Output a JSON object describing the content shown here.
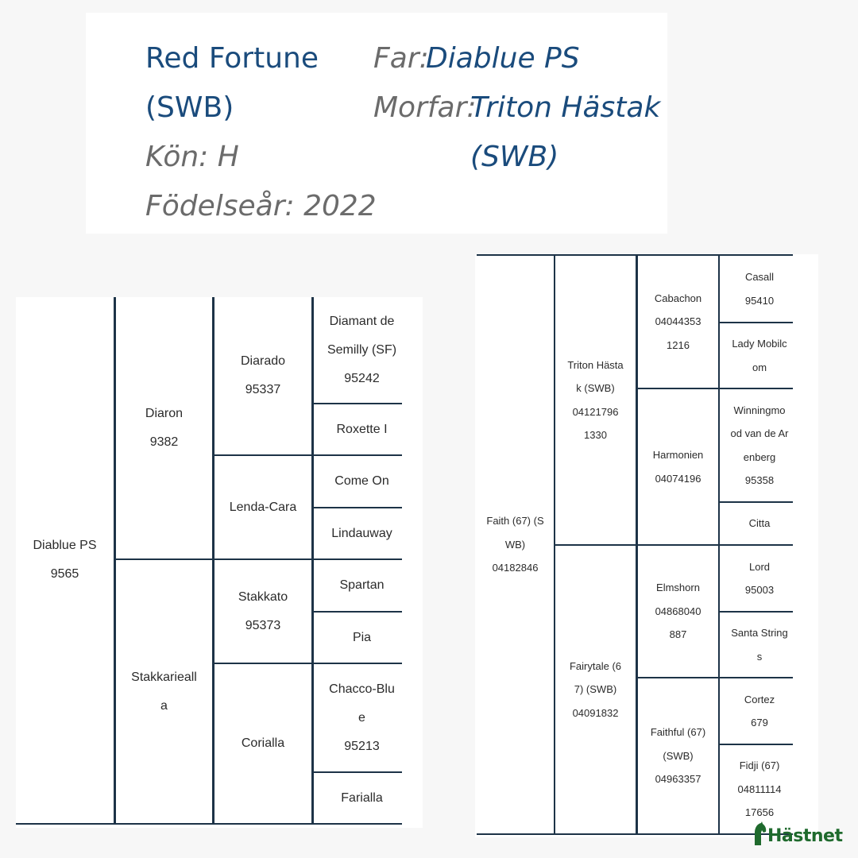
{
  "header": {
    "horse_name_line1": "Red Fortune",
    "horse_name_line2": "(SWB)",
    "sex_label": "Kön:",
    "sex_value": "H",
    "birth_year_label": "Födelseår:",
    "birth_year_value": "2022",
    "sire_label": "Far:",
    "sire_value": "Diablue PS",
    "damsire_label": "Morfar:",
    "damsire_line1": "Triton Hästak",
    "damsire_line2": "(SWB)"
  },
  "sire_pedigree": {
    "sire": [
      "Diablue PS",
      "9565"
    ],
    "gen2": {
      "sire": [
        "Diaron",
        "9382"
      ],
      "dam": [
        "Stakkarieall",
        "a"
      ]
    },
    "gen3": [
      [
        "Diarado",
        "95337"
      ],
      [
        "Lenda-Cara"
      ],
      [
        "Stakkato",
        "95373"
      ],
      [
        "Corialla"
      ]
    ],
    "gen4": [
      [
        "Diamant de",
        "Semilly (SF)",
        "95242"
      ],
      [
        "Roxette I"
      ],
      [
        "Come On"
      ],
      [
        "Lindauway"
      ],
      [
        "Spartan"
      ],
      [
        "Pia"
      ],
      [
        "Chacco-Blu",
        "e",
        "95213"
      ],
      [
        "Farialla"
      ]
    ]
  },
  "dam_pedigree": {
    "dam": [
      "Faith (67) (S",
      "WB)",
      "04182846"
    ],
    "gen2": {
      "sire": [
        "Triton Hästa",
        "k (SWB)",
        "04121796",
        "1330"
      ],
      "dam": [
        "Fairytale (6",
        "7) (SWB)",
        "04091832"
      ]
    },
    "gen3": [
      [
        "Cabachon",
        "04044353",
        "1216"
      ],
      [
        "Harmonien",
        "04074196"
      ],
      [
        "Elmshorn",
        "04868040",
        "887"
      ],
      [
        "Faithful (67)",
        "(SWB)",
        "04963357"
      ]
    ],
    "gen4": [
      [
        "Casall",
        "95410"
      ],
      [
        "Lady Mobilc",
        "om"
      ],
      [
        "Winningmo",
        "od van de Ar",
        "enberg",
        "95358"
      ],
      [
        "Citta"
      ],
      [
        "Lord",
        "95003"
      ],
      [
        "Santa String",
        "s"
      ],
      [
        "Cortez",
        "679"
      ],
      [
        "Fidji (67)",
        "04811114",
        "17656"
      ]
    ]
  },
  "logo": {
    "text": "Hästnet",
    "icon": "horse-head-icon",
    "color": "#1f6a2d"
  }
}
